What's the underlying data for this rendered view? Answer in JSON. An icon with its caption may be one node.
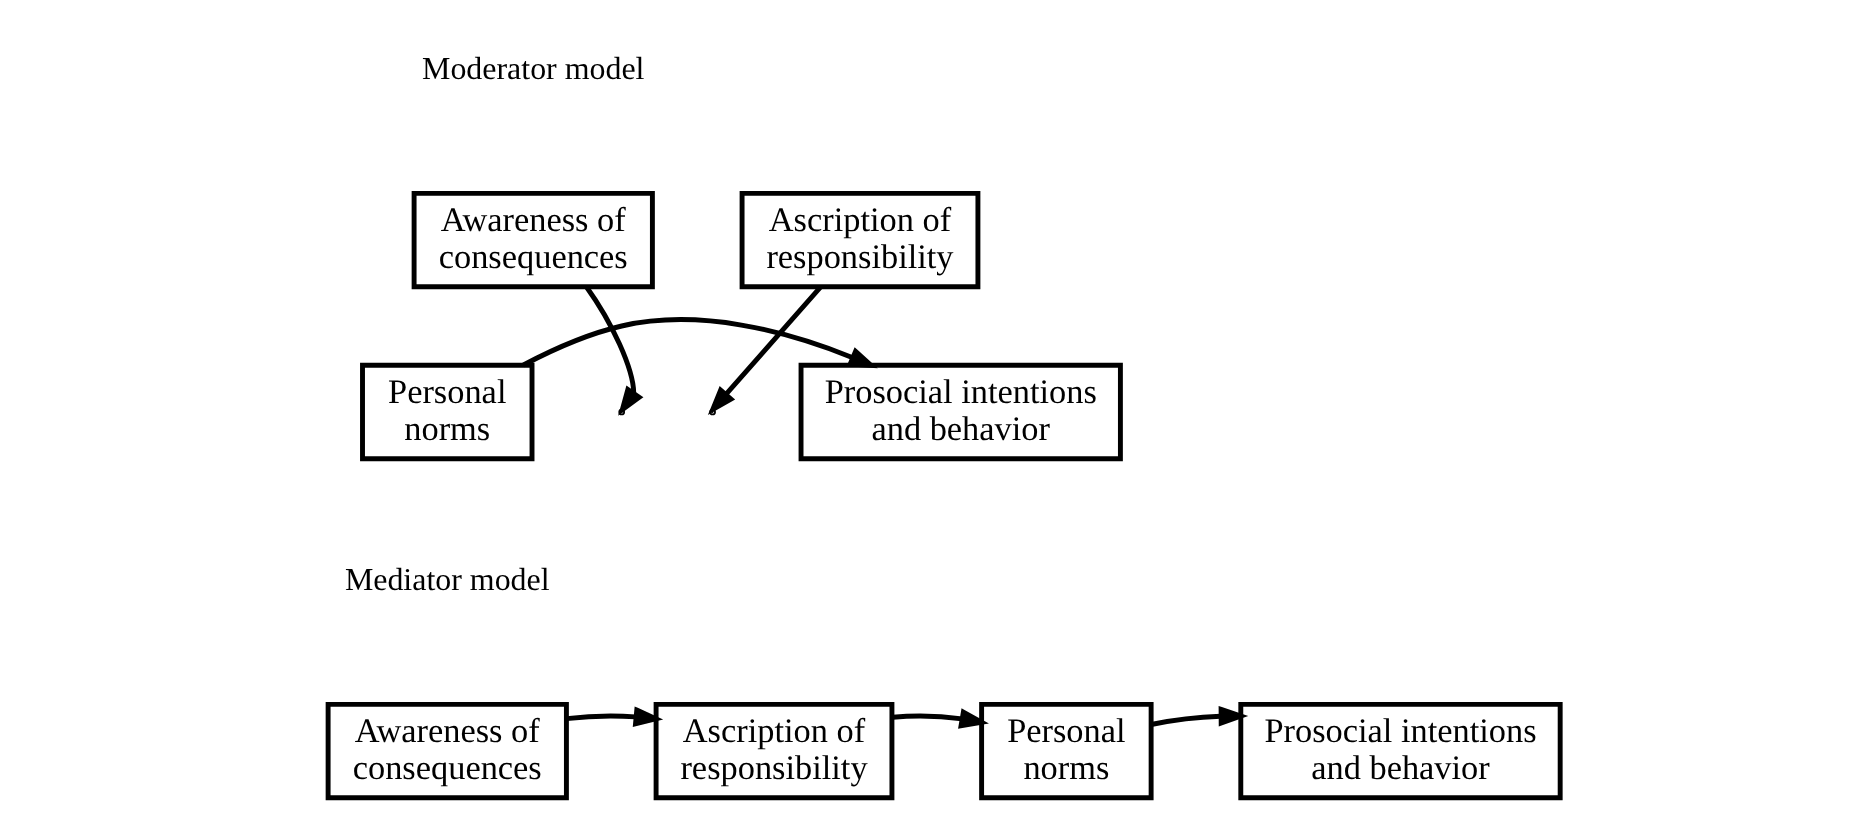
{
  "diagram": {
    "nodes": [
      {
        "text": [
          "Awareness of consequences"
        ]
      },
      {
        "text": [
          "Ascription of responsibility"
        ]
      },
      {
        "text": [
          "Personal norms"
        ]
      },
      {
        "text": [
          "Prosocial intentions and behavior"
        ]
      },
      {
        "text": [
          "Awareness of consequences"
        ]
      },
      {
        "text": [
          "Ascription of responsibility"
        ]
      },
      {
        "text": [
          "Personal norms"
        ]
      },
      {
        "text": [
          "Prosocial intentions and behavior"
        ]
      }
    ],
    "edges": [
      {
        "from": 2,
        "to": 3,
        "arrow": "to"
      },
      {
        "from": 0,
        "to": null,
        "arrow": "to"
      },
      {
        "from": 1,
        "to": null,
        "arrow": "to"
      },
      {
        "from": 4,
        "to": 5,
        "arrow": "to"
      },
      {
        "from": 5,
        "to": 6,
        "arrow": "to"
      },
      {
        "from": 6,
        "to": 7,
        "arrow": "to"
      }
    ],
    "labels": [
      "Moderator model",
      "Mediator model"
    ]
  }
}
